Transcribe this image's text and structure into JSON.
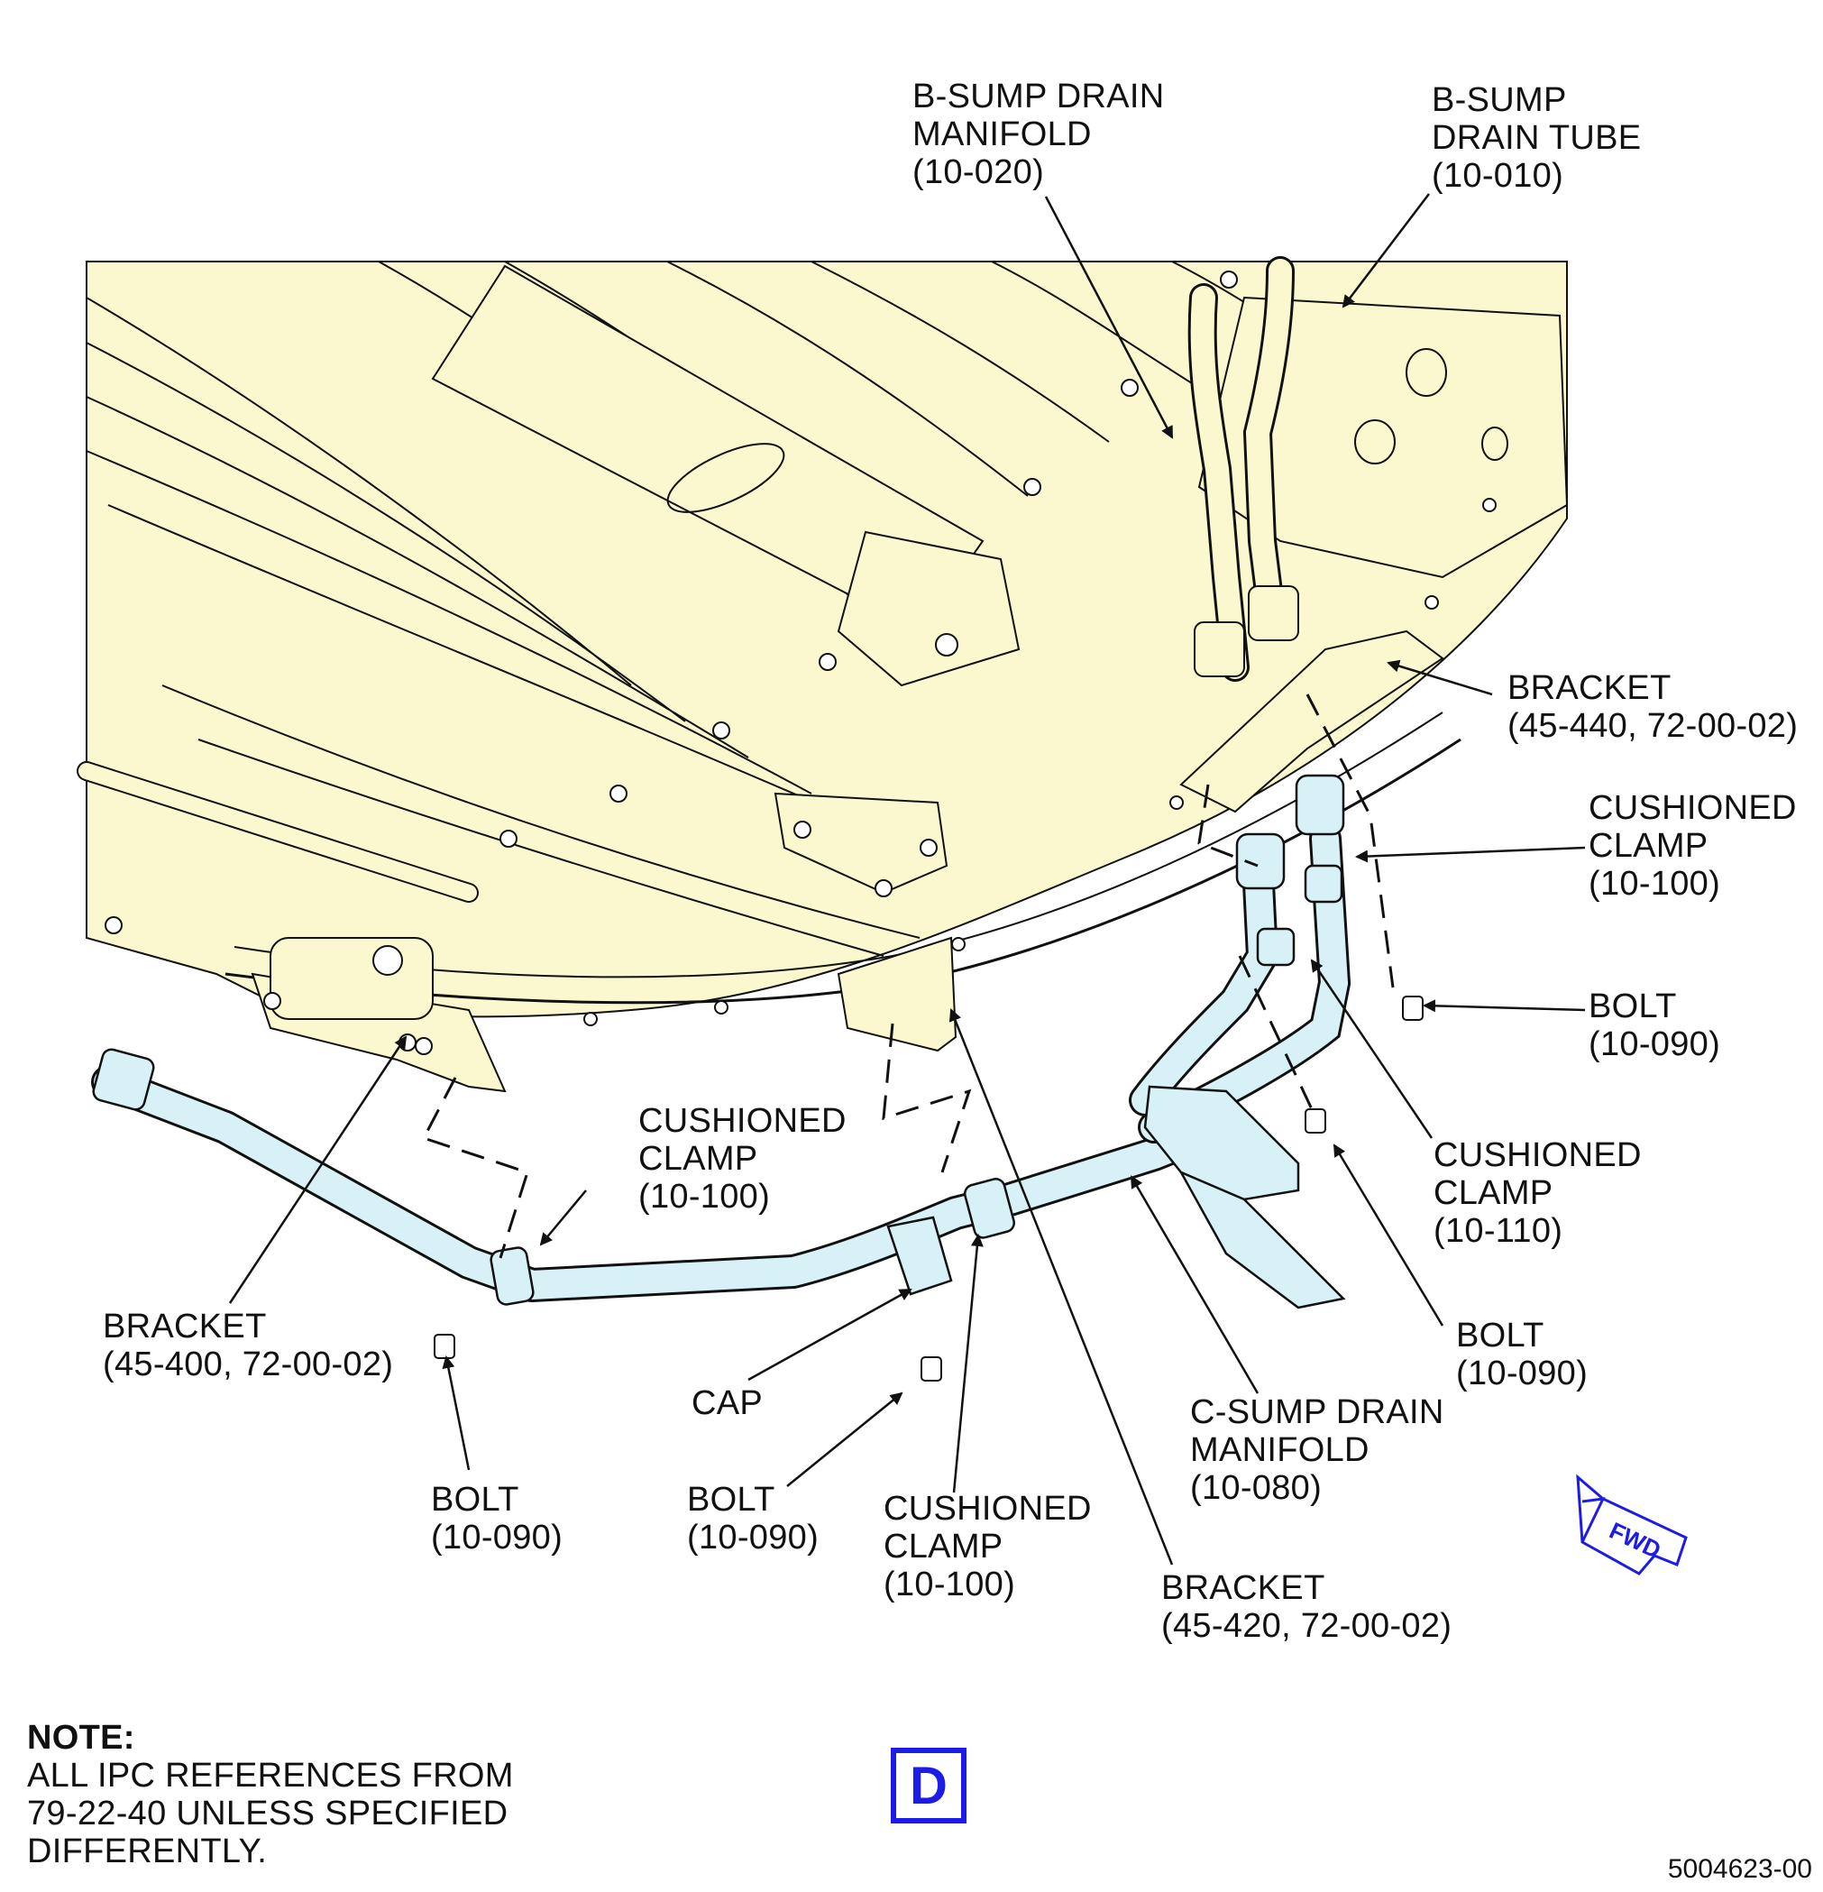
{
  "figure": {
    "view_letter": "D",
    "document_number": "5004623-00",
    "orientation_arrow": "FWD",
    "note_title": "NOTE:",
    "note_text": "ALL IPC REFERENCES FROM\n79-22-40 UNLESS SPECIFIED\nDIFFERENTLY."
  },
  "callouts": [
    {
      "id": "b-sump-drain-manifold",
      "text": "B-SUMP DRAIN\nMANIFOLD\n(10-020)"
    },
    {
      "id": "b-sump-drain-tube",
      "text": "B-SUMP\nDRAIN TUBE\n(10-010)"
    },
    {
      "id": "bracket-45-440",
      "text": "BRACKET\n(45-440, 72-00-02)"
    },
    {
      "id": "cushioned-clamp-upper-right",
      "text": "CUSHIONED\nCLAMP\n(10-100)"
    },
    {
      "id": "bolt-upper-right",
      "text": "BOLT\n(10-090)"
    },
    {
      "id": "cushioned-clamp-10-110",
      "text": "CUSHIONED\nCLAMP\n(10-110)"
    },
    {
      "id": "bolt-mid-right",
      "text": "BOLT\n(10-090)"
    },
    {
      "id": "c-sump-drain-manifold",
      "text": "C-SUMP DRAIN\nMANIFOLD\n(10-080)"
    },
    {
      "id": "bracket-45-420",
      "text": "BRACKET\n(45-420, 72-00-02)"
    },
    {
      "id": "cushioned-clamp-bottom",
      "text": "CUSHIONED\nCLAMP\n(10-100)"
    },
    {
      "id": "bolt-bottom-center",
      "text": "BOLT\n(10-090)"
    },
    {
      "id": "cap",
      "text": "CAP"
    },
    {
      "id": "cushioned-clamp-center",
      "text": "CUSHIONED\nCLAMP\n(10-100)"
    },
    {
      "id": "bracket-45-400",
      "text": "BRACKET\n(45-400, 72-00-02)"
    },
    {
      "id": "bolt-bottom-left",
      "text": "BOLT\n(10-090)"
    }
  ],
  "colors": {
    "engine_fill": "#fbf7cf",
    "tube_fill": "#d8f1f7",
    "outline": "#111111",
    "accent_blue": "#1c1ce6"
  }
}
